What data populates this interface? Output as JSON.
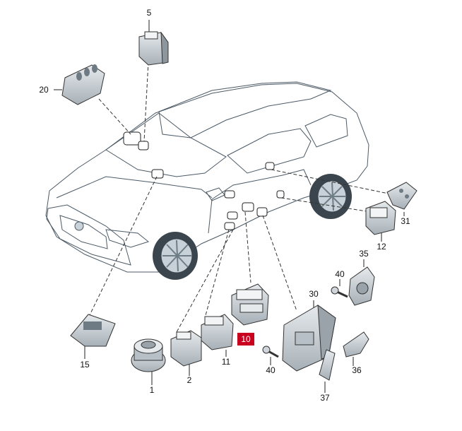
{
  "diagram": {
    "highlight_color": "#c8001e",
    "car_body_color": "#9fb0bd",
    "car_shadow_color": "#6f808d",
    "part_color": "#cfd5da",
    "part_dark_color": "#9aa3aa",
    "labels": {
      "p1": "1",
      "p2": "2",
      "p5": "5",
      "p10": "10",
      "p11": "11",
      "p12": "12",
      "p15": "15",
      "p20": "20",
      "p30": "30",
      "p31": "31",
      "p35": "35",
      "p36": "36",
      "p37": "37",
      "p40a": "40",
      "p40b": "40"
    }
  }
}
